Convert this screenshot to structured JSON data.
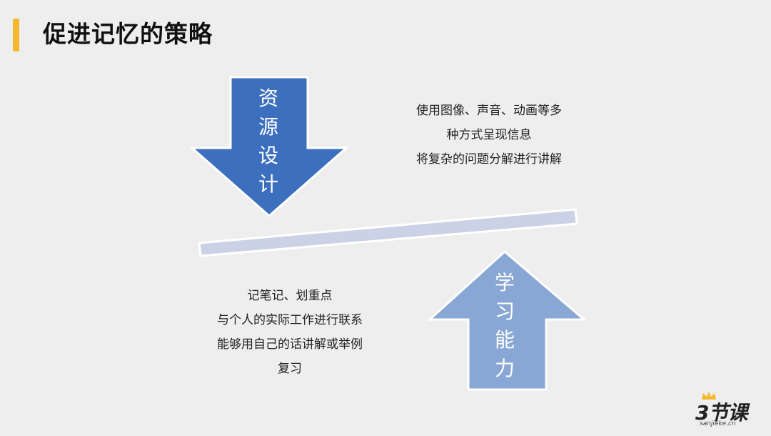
{
  "slide": {
    "title": "促进记忆的策略",
    "accent_color": "#f5b82e"
  },
  "resource_arrow": {
    "label_chars": [
      "资",
      "源",
      "设",
      "计"
    ],
    "color": "#3d6fbf"
  },
  "learning_arrow": {
    "label_chars": [
      "学",
      "习",
      "能",
      "力"
    ],
    "color": "#89a7d4"
  },
  "balance_beam": {
    "color": "#ccd2e6"
  },
  "resource_notes": {
    "lines": [
      "使用图像、声音、动画等多",
      "种方式呈现信息",
      "将复杂的问题分解进行讲解"
    ]
  },
  "learning_notes": {
    "lines": [
      "记笔记、划重点",
      "与个人的实际工作进行联系",
      "能够用自己的话讲解或举例",
      "复习"
    ]
  },
  "logo": {
    "main": "3节课",
    "sub": "sanjieke.cn",
    "crown_color": "#f5b82e"
  }
}
